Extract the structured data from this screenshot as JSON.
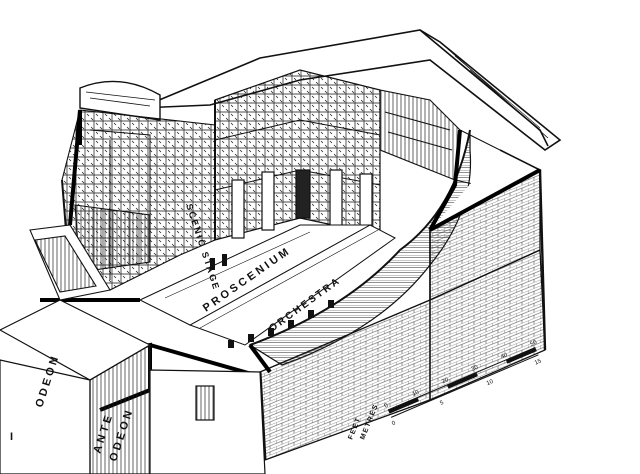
{
  "labels": {
    "scenic_stage": "SCENIC STAGE",
    "proscenium": "PROSCENIUM",
    "orchestra": "ORCHESTRA",
    "odeon": "ODEON",
    "ante": "ANTE",
    "ante_odeon": "ODEON",
    "left_mark": "I"
  },
  "scale": {
    "feet_label": "FEET",
    "metres_label": "METRES",
    "feet_ticks": [
      "0",
      "10",
      "20",
      "30",
      "40",
      "50"
    ],
    "metres_ticks": [
      "0",
      "5",
      "10",
      "15"
    ]
  },
  "colors": {
    "ink": "#111111",
    "paper": "#ffffff",
    "hatch": "#222222"
  }
}
